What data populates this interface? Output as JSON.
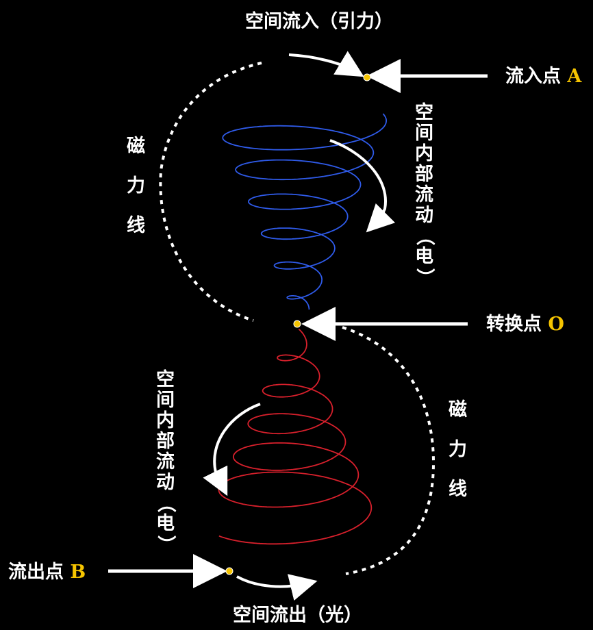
{
  "labels": {
    "space_inflow": "空间流入（引力）",
    "space_outflow": "空间流出（光）",
    "inflow_point_text": "流入点",
    "inflow_point_letter": "A",
    "transition_point_text": "转换点",
    "transition_point_letter": "O",
    "outflow_point_text": "流出点",
    "outflow_point_letter": "B",
    "internal_flow_upper": [
      "空",
      "间",
      "内",
      "部",
      "流",
      "动",
      "（",
      "电",
      "）"
    ],
    "internal_flow_lower": [
      "空",
      "间",
      "内",
      "部",
      "流",
      "动",
      "（",
      "电",
      "）"
    ],
    "magnetic_line_upper": [
      "磁",
      "力",
      "线"
    ],
    "magnetic_line_lower": [
      "磁",
      "力",
      "线"
    ]
  },
  "colors": {
    "background": "#000000",
    "upper_spiral": "#2f5bea",
    "lower_spiral": "#d8202c",
    "point_marker": "#f5c400",
    "point_letter": "#f5c400",
    "field_line": "#ffffff",
    "text": "#ffffff"
  }
}
